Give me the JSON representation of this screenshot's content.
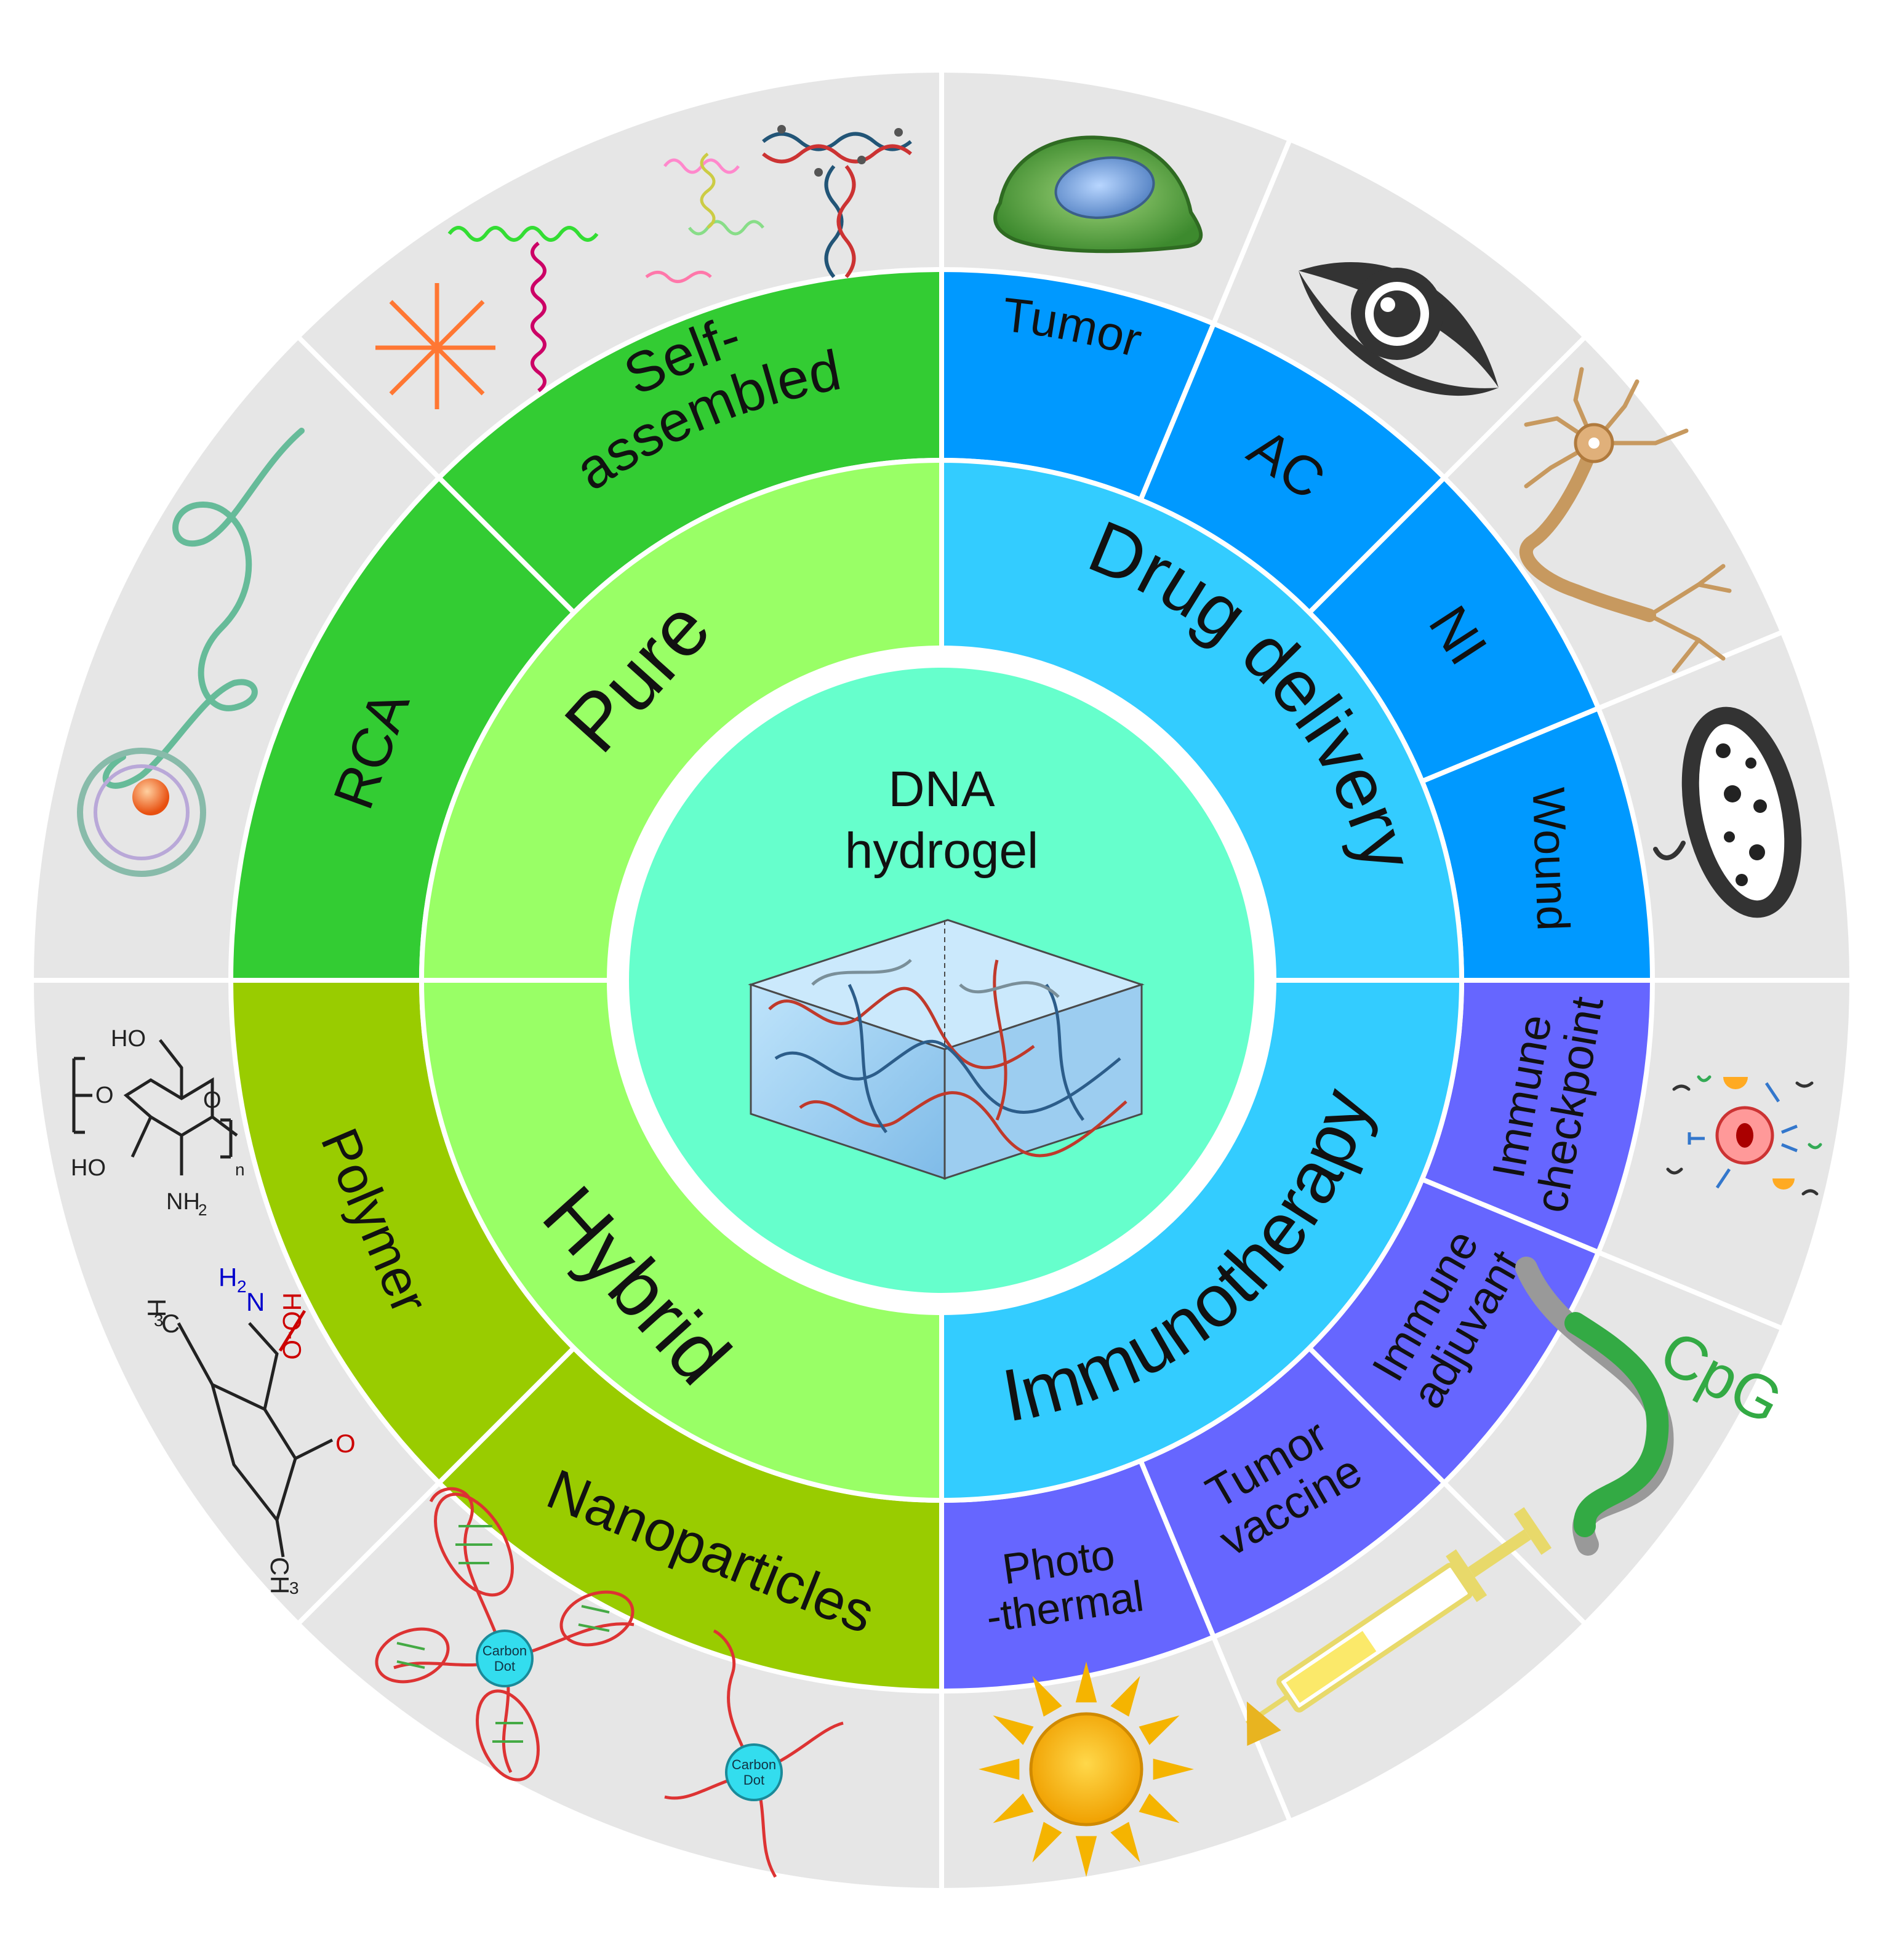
{
  "center": {
    "title_line1": "DNA",
    "title_line2": "hydrogel",
    "color": "#66ffcc",
    "icon": "dna-hydrogel-cube-icon"
  },
  "inner_ring": [
    {
      "key": "pure",
      "label": "Pure",
      "color": "#99ff66"
    },
    {
      "key": "drug",
      "label": "Drug delivery",
      "color": "#33ccff"
    },
    {
      "key": "immuno",
      "label": "Immunotherapy",
      "color": "#33ccff"
    },
    {
      "key": "hybrid",
      "label": "Hybrid",
      "color": "#99ff66"
    }
  ],
  "middle_ring": {
    "colors": {
      "pure": "#33cc33",
      "hybrid": "#99cc00",
      "drug": "#0099ff",
      "immuno": "#6666ff"
    },
    "segments": [
      {
        "key": "self",
        "group": "pure",
        "lines": [
          "Self-",
          "assembled"
        ]
      },
      {
        "key": "rca",
        "group": "pure",
        "lines": [
          "RCA"
        ]
      },
      {
        "key": "tumor",
        "group": "drug",
        "lines": [
          "Tumor"
        ]
      },
      {
        "key": "ac",
        "group": "drug",
        "lines": [
          "AC"
        ]
      },
      {
        "key": "ni",
        "group": "drug",
        "lines": [
          "NI"
        ]
      },
      {
        "key": "wound",
        "group": "drug",
        "lines": [
          "Wound"
        ]
      },
      {
        "key": "checkpoint",
        "group": "immuno",
        "lines": [
          "Immune",
          "checkpoint"
        ]
      },
      {
        "key": "adjuvant",
        "group": "immuno",
        "lines": [
          "Immune",
          "adjuvant"
        ]
      },
      {
        "key": "vaccine",
        "group": "immuno",
        "lines": [
          "Tumor",
          "vaccine"
        ]
      },
      {
        "key": "photo",
        "group": "immuno",
        "lines": [
          "Photo",
          "-thermal"
        ]
      },
      {
        "key": "polymer",
        "group": "hybrid",
        "lines": [
          "Polymer"
        ]
      },
      {
        "key": "nano",
        "group": "hybrid",
        "lines": [
          "Nanoparticles"
        ]
      }
    ]
  },
  "outer_ring": {
    "color": "#e6e6e6",
    "icons": [
      {
        "key": "self",
        "icon": "self-assembled-dna-structures-icon"
      },
      {
        "key": "rca",
        "icon": "rca-dna-strand-icon"
      },
      {
        "key": "tumor",
        "icon": "tumor-cell-icon"
      },
      {
        "key": "ac",
        "icon": "eye-icon"
      },
      {
        "key": "ni",
        "icon": "neuron-icon"
      },
      {
        "key": "wound",
        "icon": "bacterium-icon"
      },
      {
        "key": "checkpoint",
        "icon": "immune-checkpoint-icon"
      },
      {
        "key": "adjuvant",
        "icon": "cpg-strand-icon"
      },
      {
        "key": "vaccine",
        "icon": "syringe-icon"
      },
      {
        "key": "photo",
        "icon": "sun-icon"
      },
      {
        "key": "polymer",
        "icon": "polymer-chemical-structures-icon"
      },
      {
        "key": "nano",
        "icon": "carbon-dot-nanoparticle-icon"
      }
    ]
  },
  "icon_labels": {
    "cpg": "CpG",
    "carbon_dot_line1": "Carbon",
    "carbon_dot_line2": "Dot",
    "chem_ho_top": "HO",
    "chem_ring_o": "O",
    "chem_ho_bottom": "HO",
    "chem_nh2": "NH",
    "chem_nh2_sub": "2",
    "chem_n_sub": "n",
    "chem_h3c": "H",
    "chem_h3c_sub": "3",
    "chem_h3c_c": "C",
    "chem_h2n_h": "H",
    "chem_h2n_sub": "2",
    "chem_h2n_n": "N",
    "chem_hoo": "HO-O",
    "chem_keto_o": "O",
    "chem_ch3": "CH",
    "chem_ch3_sub": "3"
  }
}
